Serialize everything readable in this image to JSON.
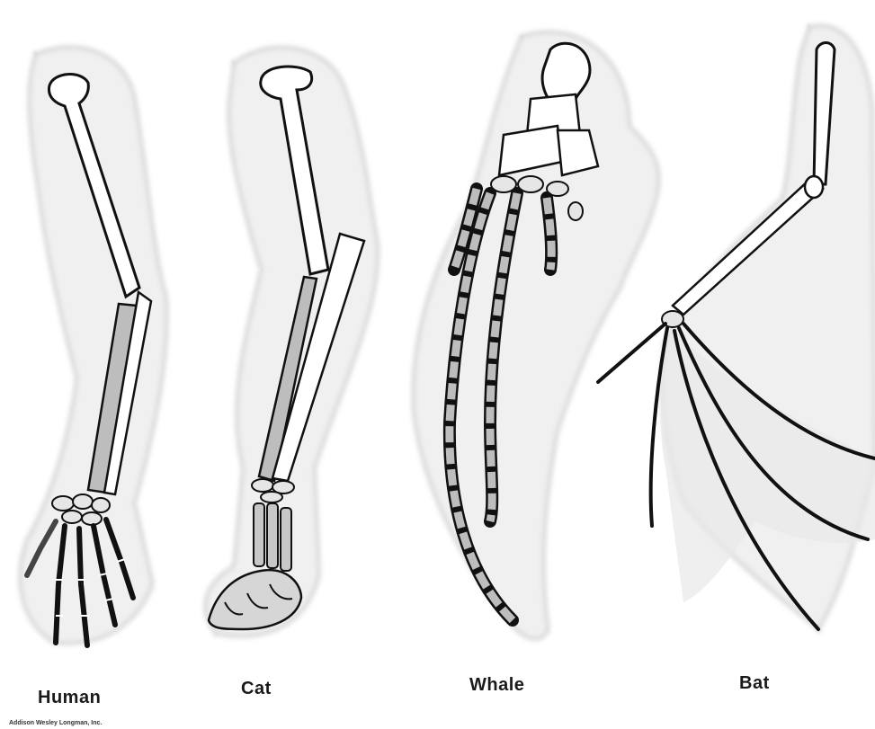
{
  "labels": {
    "human": "Human",
    "cat": "Cat",
    "whale": "Whale",
    "bat": "Bat"
  },
  "credit": "Addison Wesley Longman, Inc."
}
